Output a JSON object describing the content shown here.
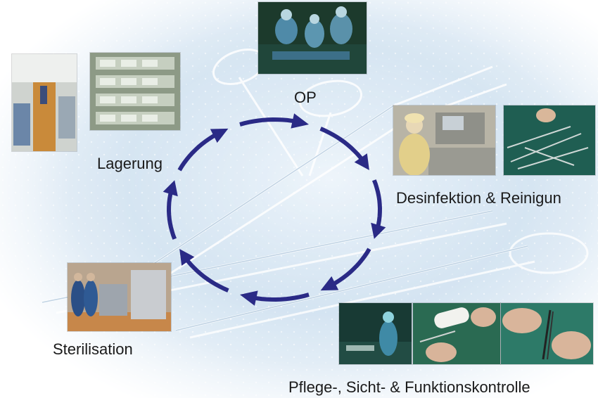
{
  "labels": {
    "op": "OP",
    "lagerung": "Lagerung",
    "desinfektion": "Desinfektion & Reinigun",
    "sterilisation": "Sterilisation",
    "pflege": "Pflege-, Sicht- & Funktionskontrolle"
  },
  "colors": {
    "arrow": "#2a2a86",
    "background_light": "#dbe9f4",
    "background_mid": "#b9d3e8",
    "text": "#1a1a1a"
  },
  "cycle": {
    "arrow_count": 8,
    "direction": "clockwise"
  },
  "icons": [
    "forceps-illustration",
    "clamp-illustration"
  ]
}
